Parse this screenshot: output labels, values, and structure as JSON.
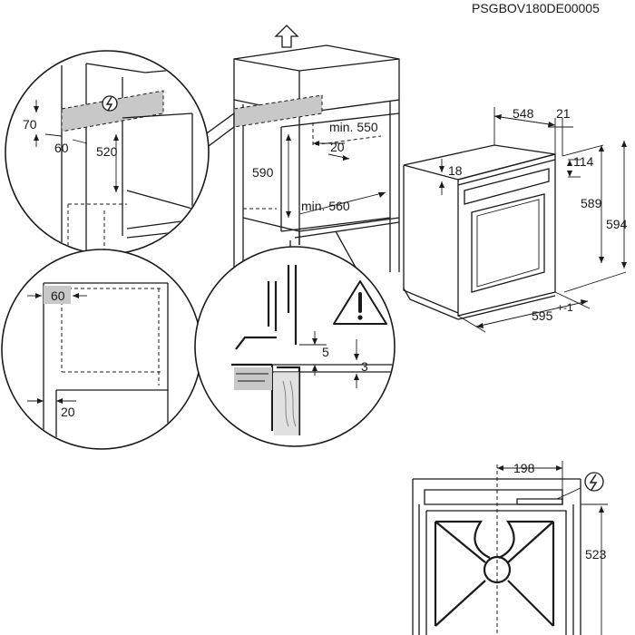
{
  "doc_code": "PSGBOV180DE00005",
  "colors": {
    "line": "#1a1a1a",
    "highlight": "#c8c8c8",
    "background": "#ffffff"
  },
  "icons": [
    "electric-symbol-icon",
    "warning-triangle-icon",
    "up-arrow-icon"
  ],
  "detail_top_left": {
    "dim_70": "70",
    "dim_60": "60",
    "dim_520": "520"
  },
  "detail_bottom_left": {
    "dim_60": "60",
    "dim_20": "20"
  },
  "detail_center": {
    "dim_5": "5",
    "dim_3": "3"
  },
  "cabinet": {
    "min_550": "min. 550",
    "dim_20": "20",
    "dim_590": "590",
    "min_560": "min. 560"
  },
  "oven": {
    "dim_548": "548",
    "dim_21": "21",
    "dim_18": "18",
    "dim_114": "114",
    "dim_589": "589",
    "dim_594": "594",
    "dim_595": "595",
    "tolerance": "+-1"
  },
  "top_view": {
    "dim_198": "198",
    "dim_523": "523"
  }
}
